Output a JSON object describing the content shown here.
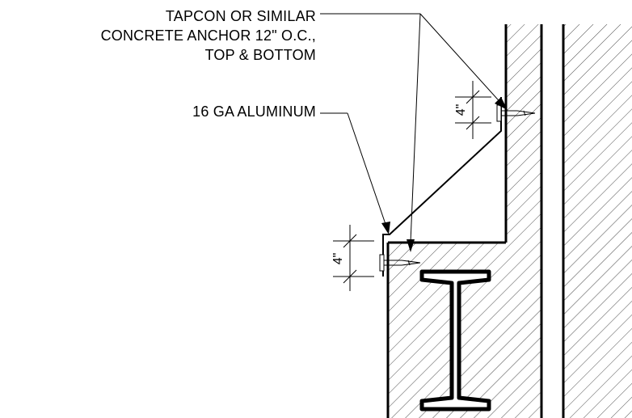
{
  "callouts": {
    "anchor": {
      "lines": [
        "TAPCON OR SIMILAR",
        "CONCRETE ANCHOR 12\" O.C.,",
        "TOP & BOTTOM"
      ]
    },
    "aluminum": {
      "lines": [
        "16 GA ALUMINUM"
      ]
    }
  },
  "dimensions": {
    "upper": "4\"",
    "lower": "4\""
  },
  "colors": {
    "ink": "#000000",
    "background": "#ffffff"
  }
}
